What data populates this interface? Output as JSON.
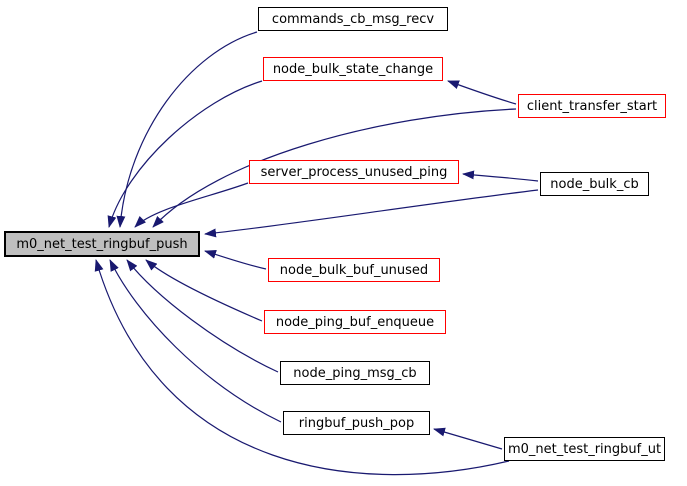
{
  "diagram": {
    "type": "call-graph",
    "focus_node": "m0_net_test_ringbuf_push"
  },
  "colors": {
    "bg": "#ffffff",
    "edge": "#191970",
    "nodeBorder": "#000000",
    "redBorder": "#ff0000",
    "focusFill": "#bfbfbf"
  },
  "nodes": [
    {
      "id": "commands_cb_msg_recv",
      "label": "commands_cb_msg_recv",
      "kind": "plain"
    },
    {
      "id": "node_bulk_state_change",
      "label": "node_bulk_state_change",
      "kind": "red"
    },
    {
      "id": "client_transfer_start",
      "label": "client_transfer_start",
      "kind": "red"
    },
    {
      "id": "server_process_unused_ping",
      "label": "server_process_unused_ping",
      "kind": "red"
    },
    {
      "id": "node_bulk_cb",
      "label": "node_bulk_cb",
      "kind": "plain"
    },
    {
      "id": "m0_net_test_ringbuf_push",
      "label": "m0_net_test_ringbuf_push",
      "kind": "focus"
    },
    {
      "id": "node_bulk_buf_unused",
      "label": "node_bulk_buf_unused",
      "kind": "red"
    },
    {
      "id": "node_ping_buf_enqueue",
      "label": "node_ping_buf_enqueue",
      "kind": "red"
    },
    {
      "id": "node_ping_msg_cb",
      "label": "node_ping_msg_cb",
      "kind": "plain"
    },
    {
      "id": "ringbuf_push_pop",
      "label": "ringbuf_push_pop",
      "kind": "plain"
    },
    {
      "id": "m0_net_test_ringbuf_ut",
      "label": "m0_net_test_ringbuf_ut",
      "kind": "plain"
    }
  ],
  "edges": [
    {
      "from": "commands_cb_msg_recv",
      "to": "m0_net_test_ringbuf_push"
    },
    {
      "from": "node_bulk_state_change",
      "to": "m0_net_test_ringbuf_push"
    },
    {
      "from": "client_transfer_start",
      "to": "node_bulk_state_change"
    },
    {
      "from": "client_transfer_start",
      "to": "m0_net_test_ringbuf_push"
    },
    {
      "from": "server_process_unused_ping",
      "to": "m0_net_test_ringbuf_push"
    },
    {
      "from": "node_bulk_cb",
      "to": "server_process_unused_ping"
    },
    {
      "from": "node_bulk_cb",
      "to": "m0_net_test_ringbuf_push"
    },
    {
      "from": "node_bulk_buf_unused",
      "to": "m0_net_test_ringbuf_push"
    },
    {
      "from": "node_ping_buf_enqueue",
      "to": "m0_net_test_ringbuf_push"
    },
    {
      "from": "node_ping_msg_cb",
      "to": "m0_net_test_ringbuf_push"
    },
    {
      "from": "ringbuf_push_pop",
      "to": "m0_net_test_ringbuf_push"
    },
    {
      "from": "m0_net_test_ringbuf_ut",
      "to": "ringbuf_push_pop"
    },
    {
      "from": "m0_net_test_ringbuf_ut",
      "to": "m0_net_test_ringbuf_push"
    }
  ]
}
